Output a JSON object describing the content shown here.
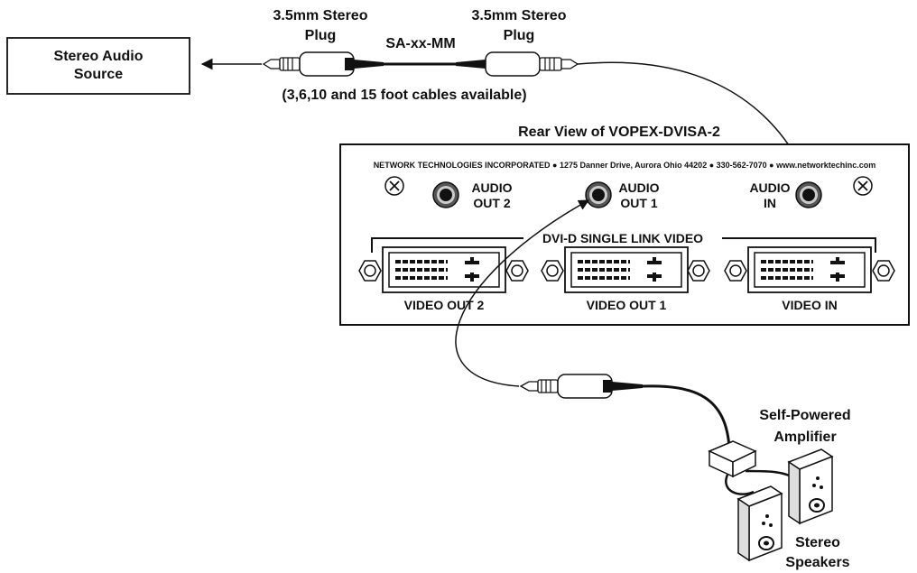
{
  "source": {
    "label_line1": "Stereo Audio",
    "label_line2": "Source"
  },
  "cable": {
    "left_plug_line1": "3.5mm Stereo",
    "left_plug_line2": "Plug",
    "right_plug_line1": "3.5mm Stereo",
    "right_plug_line2": "Plug",
    "part_number": "SA-xx-MM",
    "lengths_note": "(3,6,10 and 15 foot cables available)"
  },
  "device": {
    "title": "Rear View of VOPEX-DVISA-2",
    "manufacturer_line": "NETWORK TECHNOLOGIES INCORPORATED  ● 1275 Danner Drive,  Aurora Ohio 44202 ● 330-562-7070 ● www.networktechinc.com",
    "audio_out2_line1": "AUDIO",
    "audio_out2_line2": "OUT 2",
    "audio_out1_line1": "AUDIO",
    "audio_out1_line2": "OUT 1",
    "audio_in_line1": "AUDIO",
    "audio_in_line2": "IN",
    "video_group_label": "DVI-D SINGLE LINK VIDEO",
    "video_out2_label": "VIDEO OUT 2",
    "video_out1_label": "VIDEO OUT 1",
    "video_in_label": "VIDEO IN"
  },
  "amplifier": {
    "label_line1": "Self-Powered",
    "label_line2": "Amplifier"
  },
  "speakers": {
    "label_line1": "Stereo",
    "label_line2": "Speakers"
  },
  "colors": {
    "ink": "#111111",
    "background": "#ffffff"
  },
  "icons": [
    "arrow-left-icon",
    "jack-plug-icon",
    "audio-jack-icon",
    "thumbscrew-icon",
    "dvi-connector-icon",
    "speaker-icon"
  ]
}
